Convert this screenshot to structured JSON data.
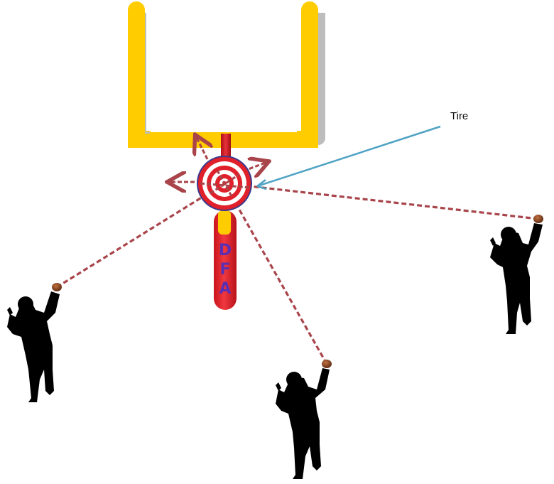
{
  "labels": {
    "tire": "Tire"
  },
  "pad_letters": [
    "D",
    "F",
    "A"
  ],
  "colors": {
    "goalpost_yellow": "#FFCC00",
    "goalpost_shadow": "#BDBDBD",
    "stem_red": "#D0202A",
    "pad_red": "#E5222A",
    "pad_letters": "#5B2FB2",
    "target_red": "#E0202A",
    "throw_line": "#A8444A",
    "tire_pointer": "#4FA3C4",
    "silhouette": "#000000",
    "football": "#7A3A1A"
  },
  "icons": {
    "target": "tire-target-icon",
    "goalpost": "goalpost-icon",
    "player": "player-silhouette-icon",
    "football": "football-icon"
  },
  "throwers": [
    "left",
    "center",
    "right"
  ]
}
